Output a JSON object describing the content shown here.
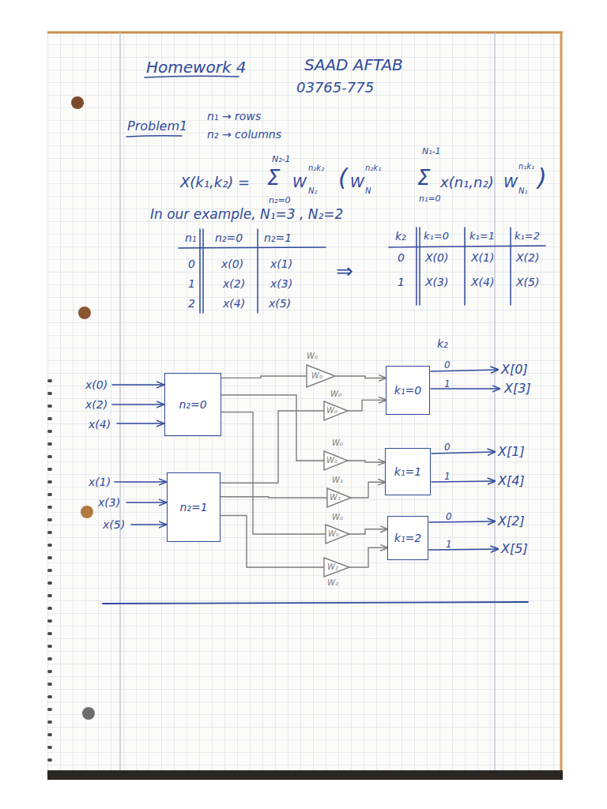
{
  "diagram": {
    "nodes": [
      {
        "text": [
          "n₂=0"
        ]
      },
      {
        "text": [
          "n₂=1"
        ]
      },
      {
        "text": [
          "W₀"
        ]
      },
      {
        "text": [
          "W₀"
        ]
      },
      {
        "text": [
          "W₀"
        ]
      },
      {
        "text": [
          "W₁"
        ]
      },
      {
        "text": [
          "W₀"
        ]
      },
      {
        "text": [
          "W₂"
        ]
      },
      {
        "text": [
          "k₁=0"
        ]
      },
      {
        "text": [
          "k₁=1"
        ]
      },
      {
        "text": [
          "k₁=2"
        ]
      }
    ],
    "edges": [
      {
        "from": 0,
        "to": 2,
        "arrow": "none"
      },
      {
        "from": 1,
        "to": 3,
        "arrow": "none"
      },
      {
        "from": 0,
        "to": 4,
        "arrow": "none"
      },
      {
        "from": 1,
        "to": 5,
        "arrow": "none"
      },
      {
        "from": 0,
        "to": 6,
        "arrow": "none"
      },
      {
        "from": 1,
        "to": 7,
        "arrow": "none"
      },
      {
        "from": 2,
        "to": 8,
        "arrow": "to"
      },
      {
        "from": 3,
        "to": 8,
        "arrow": "to"
      },
      {
        "from": 4,
        "to": 9,
        "arrow": "to"
      },
      {
        "from": 5,
        "to": 9,
        "arrow": "to"
      },
      {
        "from": 6,
        "to": 10,
        "arrow": "to"
      },
      {
        "from": 7,
        "to": 10,
        "arrow": "to"
      }
    ],
    "labels": [
      "Homework 4",
      "SAAD AFTAB",
      "03765-775",
      "Problem1",
      "n₁ → rows",
      "n₂ → columns",
      "X(k₁,k₂) =",
      "Σ",
      "N₂-1",
      "n₂=0",
      "W",
      "N₂",
      "n₂k₂",
      "(",
      "W",
      "N",
      "n₂k₁",
      "Σ",
      "N₁-1",
      "n₁=0",
      "x(n₁,n₂)",
      "W",
      "N₁",
      "n₁k₁",
      ")",
      "In our example, N₁=3 , N₂=2",
      "n₁",
      "n₂=0",
      "n₂=1",
      "0",
      "x(0)",
      "x(1)",
      "1",
      "x(2)",
      "x(3)",
      "2",
      "x(4)",
      "x(5)",
      "⇒",
      "k₂",
      "k₁=0",
      "k₁=1",
      "k₁=2",
      "0",
      "X(0)",
      "X(1)",
      "X(2)",
      "1",
      "X(3)",
      "X(4)",
      "X(5)",
      "x(0)",
      "x(2)",
      "x(4)",
      "x(1)",
      "x(3)",
      "x(5)",
      "k₂",
      "0",
      "1",
      "X[0]",
      "X[3]",
      "0",
      "1",
      "X[1]",
      "X[4]",
      "0",
      "1",
      "X[2]",
      "X[5]",
      "W₀",
      "W₀",
      "W₀",
      "W₁",
      "W₀",
      "W₂"
    ]
  }
}
